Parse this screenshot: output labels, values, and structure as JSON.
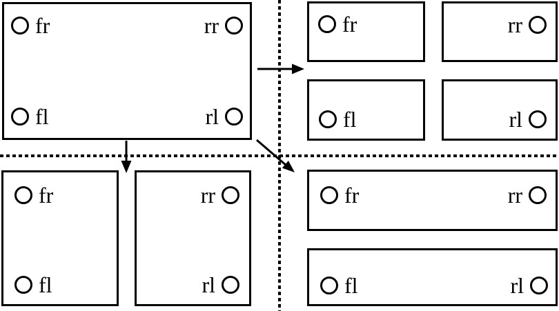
{
  "figure": {
    "background_color": "#ffffff",
    "line_color": "#000000",
    "wheel_labels": {
      "front_right": "fr",
      "rear_right": "rr",
      "front_left": "fl",
      "rear_left": "rl"
    },
    "panels": {
      "whole": {
        "wheels": {
          "tl": "fr",
          "tr": "rr",
          "bl": "fl",
          "br": "rl"
        }
      },
      "split_four": {
        "fr": "fr",
        "rr": "rr",
        "fl": "fl",
        "rl": "rl"
      },
      "split_columns": {
        "left_box": {
          "top": "fr",
          "bottom": "fl"
        },
        "right_box": {
          "top": "rr",
          "bottom": "rl"
        }
      },
      "split_rows": {
        "top_box": {
          "left": "fr",
          "right": "rr"
        },
        "bottom_box": {
          "left": "fl",
          "right": "rl"
        }
      }
    }
  }
}
